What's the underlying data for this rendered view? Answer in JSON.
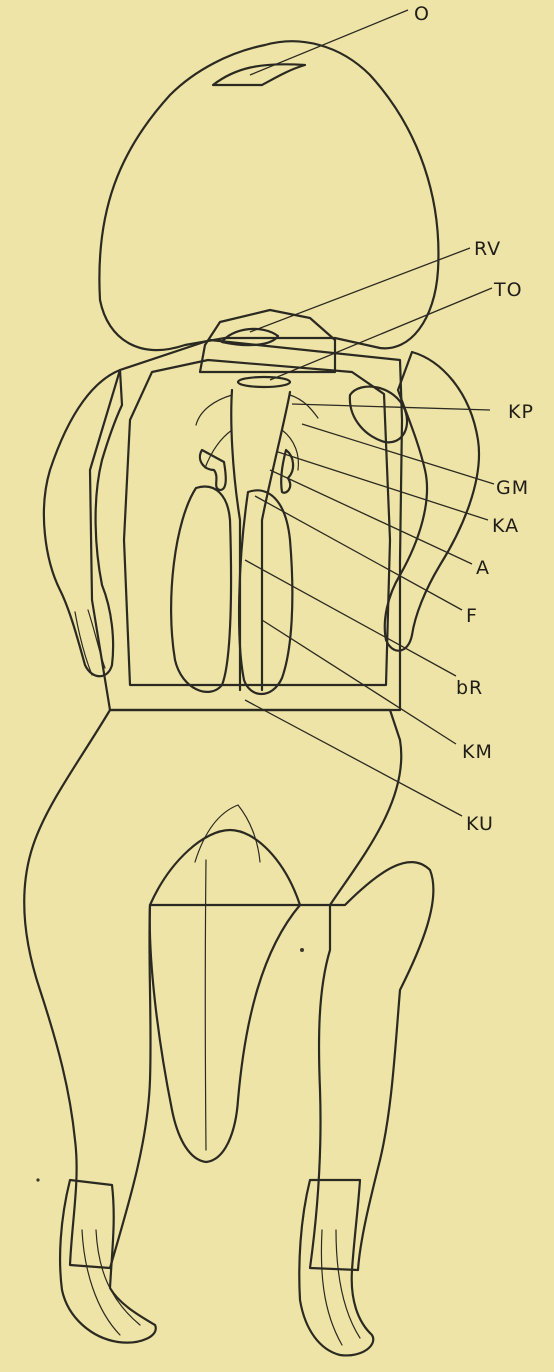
{
  "figure": {
    "labels": {
      "O": "O",
      "RV": "RV",
      "TO": "TO",
      "KP": "KP",
      "GM": "GM",
      "KA": "KA",
      "A": "A",
      "F": "F",
      "bR": "bR",
      "KM": "KM",
      "KU": "KU"
    },
    "colors": {
      "paper": "#efe4a7",
      "ink": "#2b2a22",
      "hatch_fill": "#cfc496",
      "kidney": "#4f4b3f"
    }
  }
}
